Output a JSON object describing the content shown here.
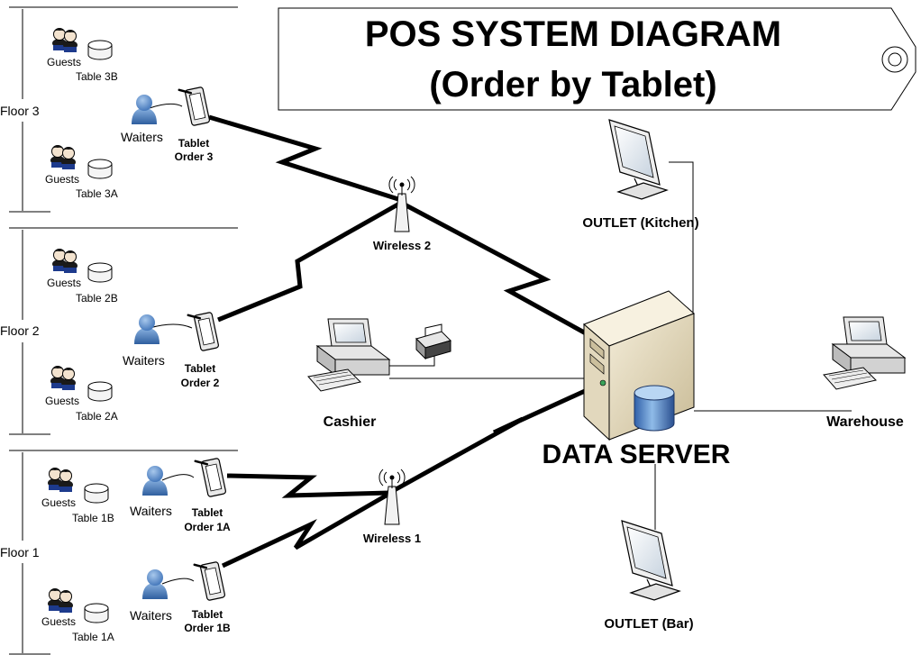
{
  "title": {
    "line1": "POS SYSTEM DIAGRAM",
    "line2": "(Order by Tablet)"
  },
  "floors": [
    {
      "label": "Floor 3",
      "guests_top": "Guests",
      "table_top": "Table 3B",
      "waiters": "Waiters",
      "tablet_line1": "Tablet",
      "tablet_line2": "Order 3",
      "guests_bottom": "Guests",
      "table_bottom": "Table 3A"
    },
    {
      "label": "Floor 2",
      "guests_top": "Guests",
      "table_top": "Table 2B",
      "waiters": "Waiters",
      "tablet_line1": "Tablet",
      "tablet_line2": "Order 2",
      "guests_bottom": "Guests",
      "table_bottom": "Table 2A"
    },
    {
      "label": "Floor 1",
      "guests_top": "Guests",
      "table_top": "Table 1B",
      "waiters_a": "Waiters",
      "tablet_a_line1": "Tablet",
      "tablet_a_line2": "Order 1A",
      "guests_bottom": "Guests",
      "table_bottom": "Table 1A",
      "waiters_b": "Waiters",
      "tablet_b_line1": "Tablet",
      "tablet_b_line2": "Order 1B"
    }
  ],
  "wireless": [
    "Wireless 1",
    "Wireless 2"
  ],
  "nodes": {
    "server": "DATA SERVER",
    "kitchen": "OUTLET (Kitchen)",
    "bar": "OUTLET (Bar)",
    "cashier": "Cashier",
    "warehouse": "Warehouse"
  }
}
